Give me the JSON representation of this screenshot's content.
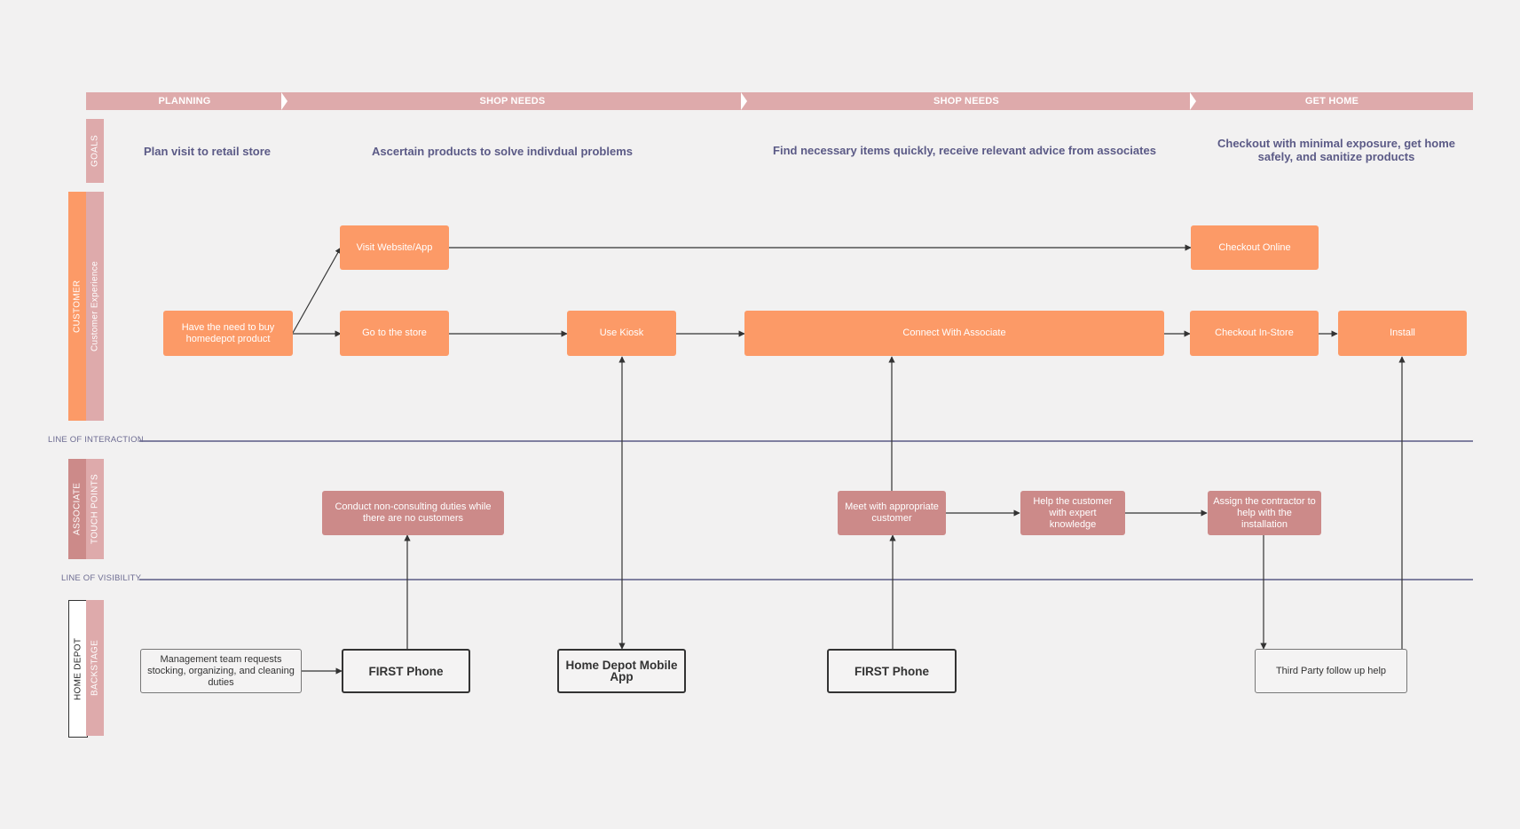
{
  "phases": [
    "PLANNING",
    "SHOP NEEDS",
    "SHOP NEEDS",
    "GET HOME"
  ],
  "goals": {
    "label": "GOALS",
    "items": [
      "Plan visit to retail store",
      "Ascertain products to solve indivdual problems",
      "Find necessary items quickly, receive relevant advice from associates",
      "Checkout with minimal exposure, get home safely, and sanitize products"
    ]
  },
  "lanes": {
    "customer": {
      "outer": "CUSTOMER",
      "inner": "Customer Experience"
    },
    "associate": {
      "outer": "ASSOCIATE",
      "inner": "TOUCH POINTS"
    },
    "backstage": {
      "outer": "HOME DEPOT",
      "inner": "BACKSTAGE"
    },
    "line_of_interaction": "LINE OF INTERACTION",
    "line_of_visibility": "LINE OF VISIBILITY"
  },
  "customer_steps": {
    "need": "Have the need to buy homedepot product",
    "visit_web": "Visit Website/App",
    "go_store": "Go to the store",
    "kiosk": "Use Kiosk",
    "connect": "Connect With Associate",
    "checkout_online": "Checkout Online",
    "checkout_store": "Checkout In-Store",
    "install": "Install"
  },
  "associate_steps": {
    "duties": "Conduct non-consulting duties while there are no customers",
    "meet": "Meet with appropriate customer",
    "help": "Help the customer with expert knowledge",
    "assign": "Assign the contractor to help with the installation"
  },
  "backstage_steps": {
    "mgmt": "Management team requests stocking, organizing, and cleaning duties",
    "phone1": "FIRST Phone",
    "app": "Home Depot Mobile App",
    "phone2": "FIRST Phone",
    "third_party": "Third Party follow up help"
  },
  "colors": {
    "background": "#f2f1f1",
    "phase_bar": "#deaaab",
    "customer_box": "#fc9a67",
    "associate_box": "#cc8a89",
    "goal_text": "#5b5a86",
    "lane_line": "#5b5a86"
  }
}
